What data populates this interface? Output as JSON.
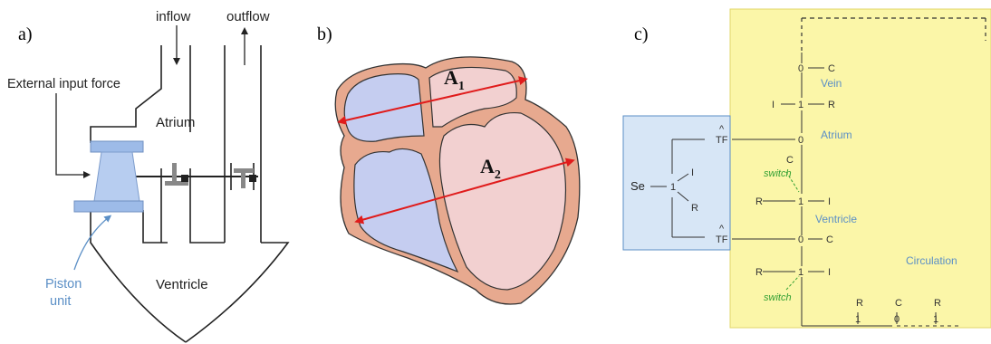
{
  "panel_a": {
    "tag": "a)",
    "inflow": "inflow",
    "outflow": "outflow",
    "external_force": "External input force",
    "atrium": "Atrium",
    "ventricle": "Ventricle",
    "piston_line1": "Piston",
    "piston_line2": "unit"
  },
  "panel_b": {
    "tag": "b)",
    "a1_main": "A",
    "a1_sub": "1",
    "a2_main": "A",
    "a2_sub": "2"
  },
  "panel_c": {
    "tag": "c)",
    "vein": "Vein",
    "atrium": "Atrium",
    "ventricle": "Ventricle",
    "circulation": "Circulation",
    "switch": "switch",
    "se": "Se",
    "tf": "TF",
    "zero": "0",
    "one": "1",
    "c": "C",
    "r": "R",
    "i": "I",
    "hat": "^"
  },
  "colors": {
    "blue_fill": "#c5cdf0",
    "pink_fill": "#f2d0d0",
    "muscle": "#e7a98f",
    "red_arrow": "#e01b1b",
    "yellow_panel": "#fbf6a8",
    "blue_panel": "#d7e6f6",
    "piston": "#9dbbe8",
    "label_blue": "#5b8fc6",
    "switch_green": "#33a033"
  }
}
